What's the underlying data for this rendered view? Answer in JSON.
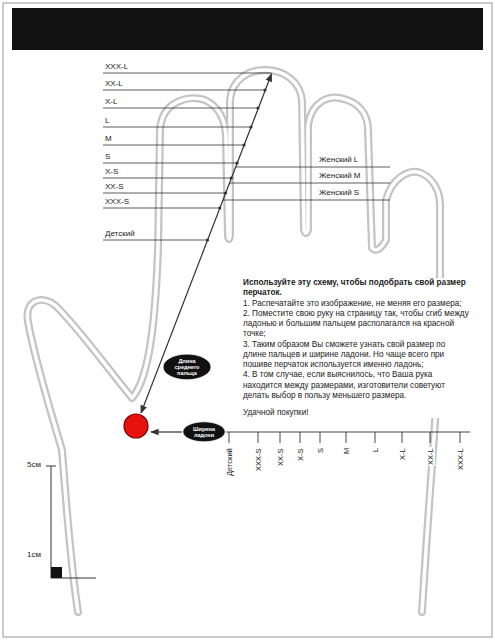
{
  "diagram": {
    "nodes": [
      {
        "text": [
          "Длина среднего пальца"
        ]
      },
      {
        "text": [
          "Ширина ладони"
        ]
      }
    ],
    "labels": [
      "XXX-L",
      "XX-L",
      "X-L",
      "L",
      "M",
      "S",
      "X-S",
      "XX-S",
      "XXX-S",
      "Детский",
      "Женский L",
      "Женский M",
      "Женский S",
      "Используйте эту схему, чтобы подобрать свой размер перчаток.",
      "1. Распечатайте это изображение, не меняя его размера;",
      "2. Поместите свою руку на страницу так, чтобы сгиб между ладонью и большим пальцем располагался на красной точке;",
      "3. Таким образом Вы сможете узнать свой размер по длине пальцев и ширине ладони. Но чаще всего при пошиве перчаток используется именно ладонь;",
      "4. В том случае, если выяснилось, что Ваша рука находится между размерами, изготовители советуют делать выбор в пользу меньшего размера.",
      "Удачной покупки!",
      "Детский",
      "XXX-S",
      "XX-S",
      "X-S",
      "S",
      "M",
      "L",
      "X-L",
      "XX-L",
      "XXX-L",
      "5см",
      "1см"
    ]
  }
}
